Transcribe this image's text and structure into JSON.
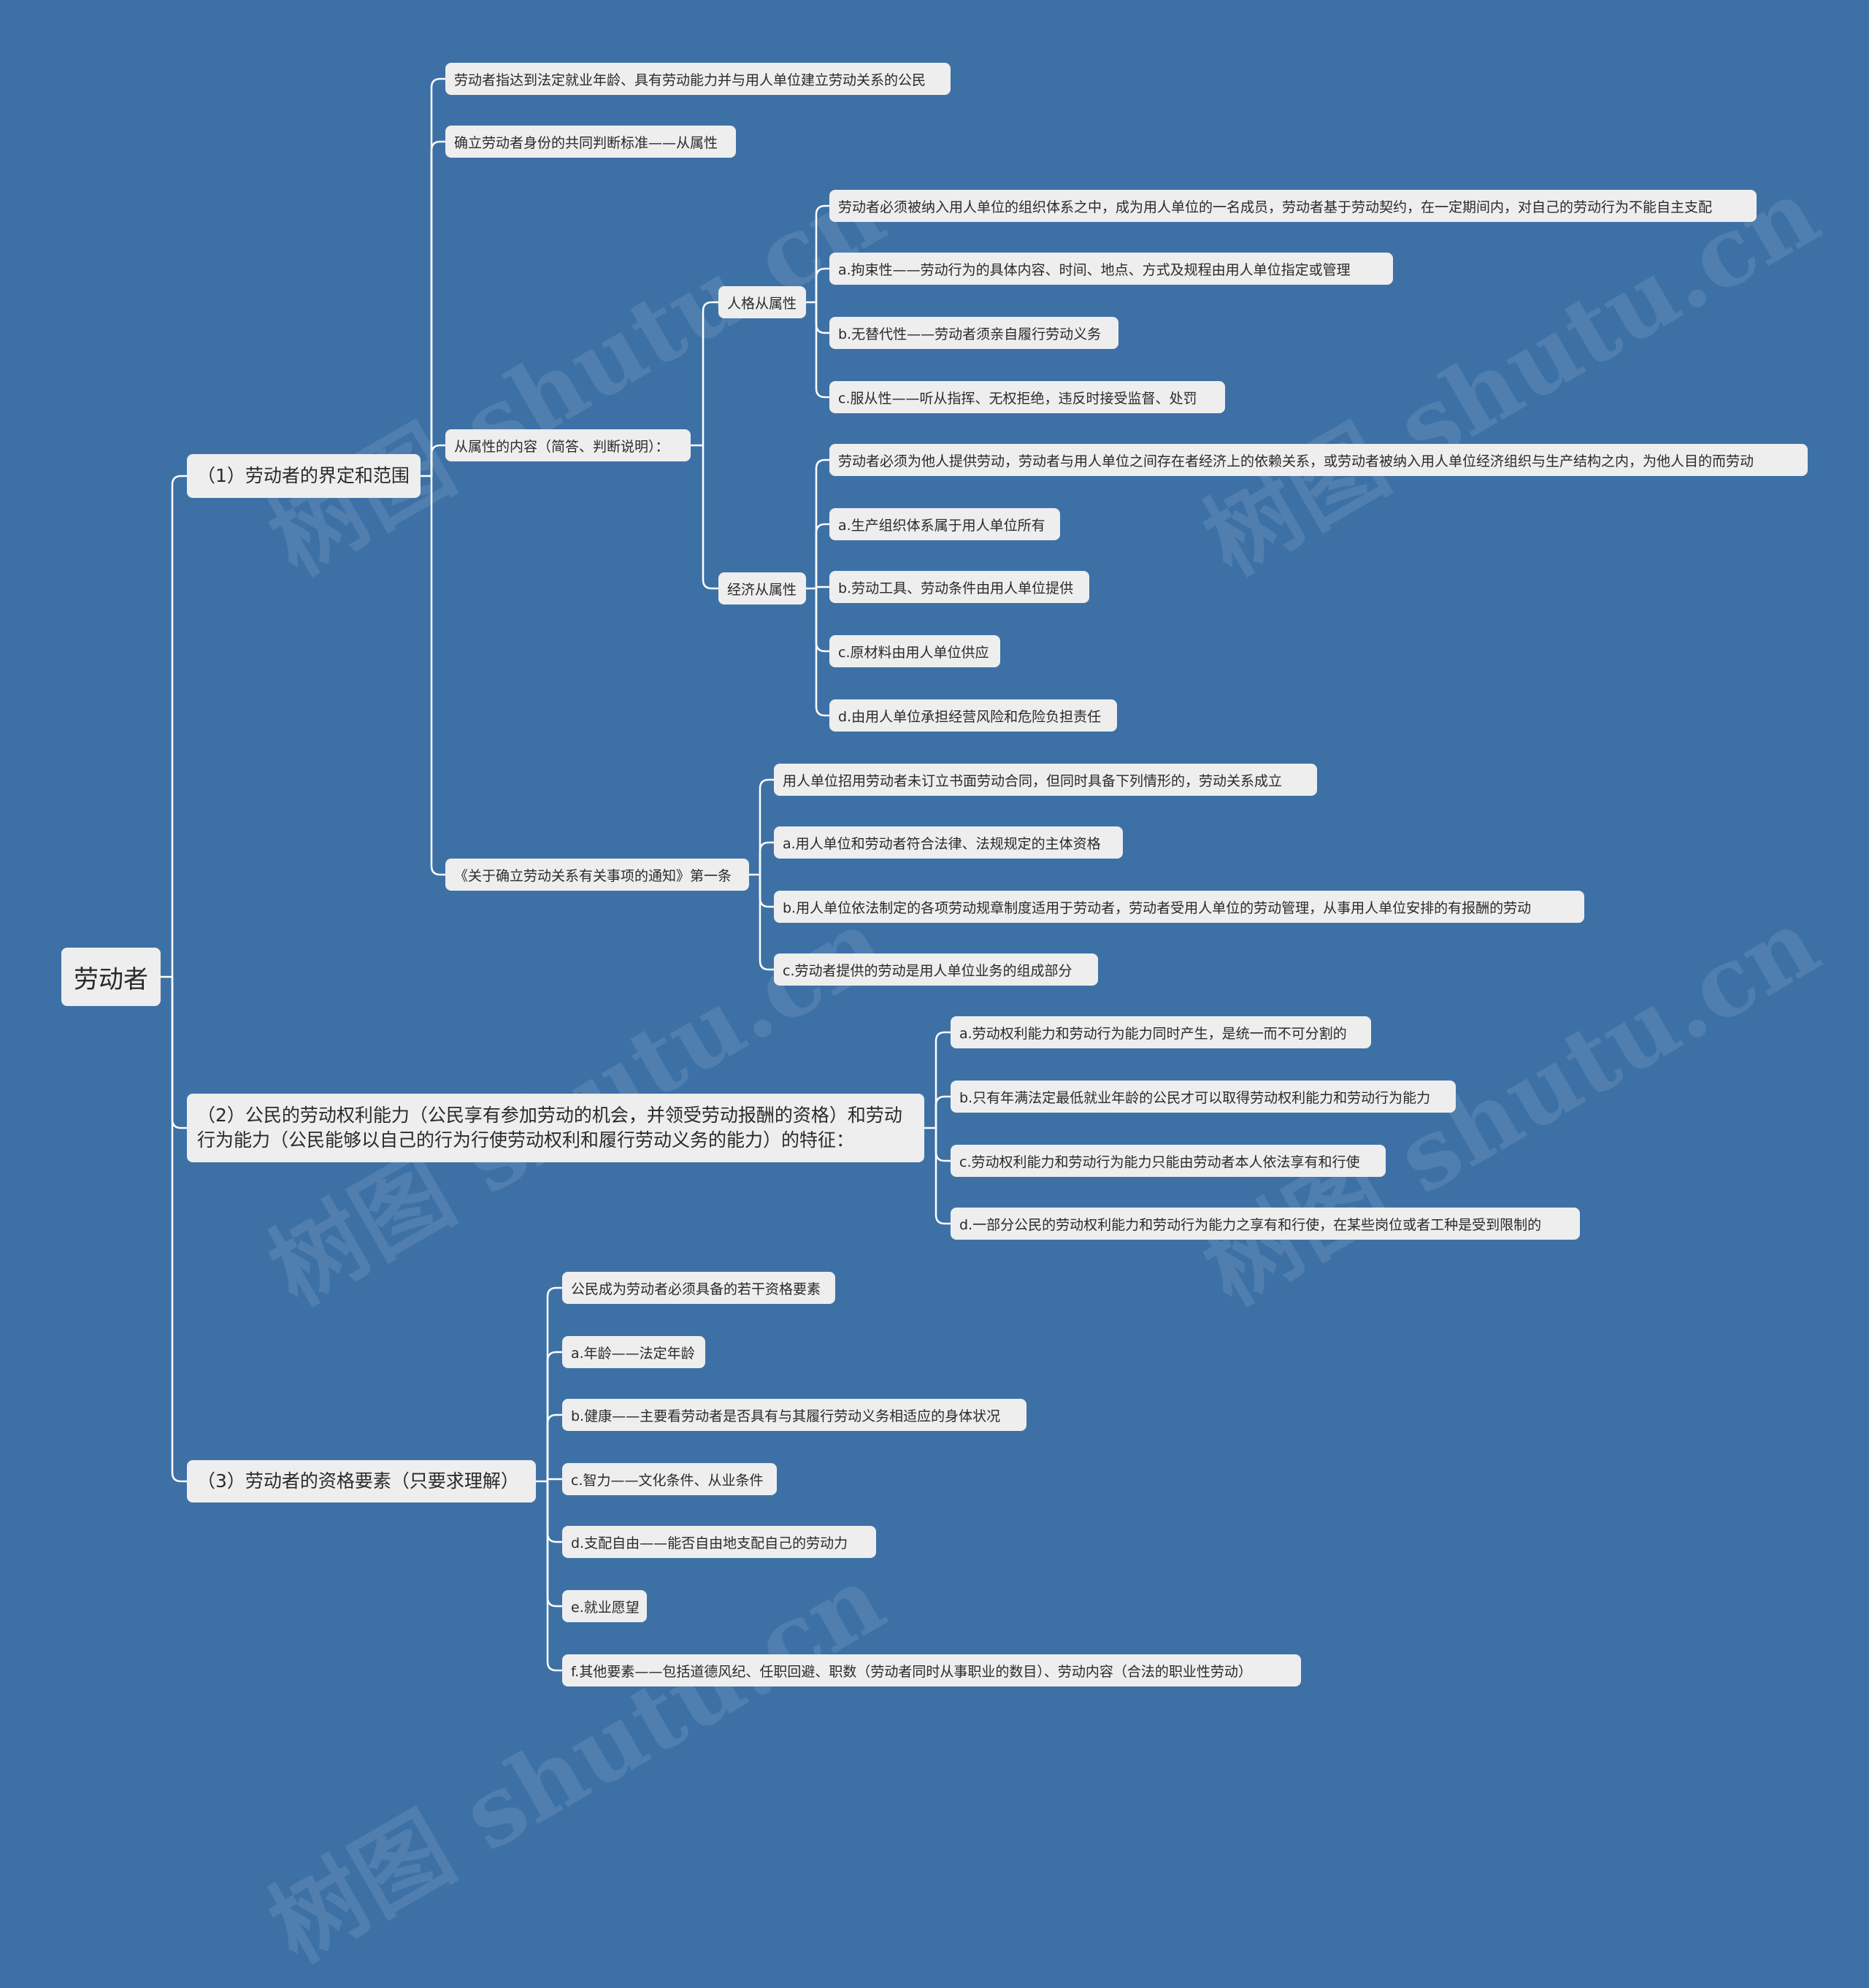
{
  "root": {
    "label": "劳动者"
  },
  "branches": [
    {
      "label": "（1）劳动者的界定和范围",
      "children": [
        {
          "label": "劳动者指达到法定就业年龄、具有劳动能力并与用人单位建立劳动关系的公民"
        },
        {
          "label": "确立劳动者身份的共同判断标准——从属性"
        },
        {
          "label": "从属性的内容（简答、判断说明）：",
          "children": [
            {
              "label": "人格从属性",
              "children": [
                {
                  "label": "劳动者必须被纳入用人单位的组织体系之中，成为用人单位的一名成员，劳动者基于劳动契约，在一定期间内，对自己的劳动行为不能自主支配"
                },
                {
                  "label": "a.拘束性——劳动行为的具体内容、时间、地点、方式及规程由用人单位指定或管理"
                },
                {
                  "label": "b.无替代性——劳动者须亲自履行劳动义务"
                },
                {
                  "label": "c.服从性——听从指挥、无权拒绝，违反时接受监督、处罚"
                }
              ]
            },
            {
              "label": "经济从属性",
              "children": [
                {
                  "label": "劳动者必须为他人提供劳动，劳动者与用人单位之间存在者经济上的依赖关系，或劳动者被纳入用人单位经济组织与生产结构之内，为他人目的而劳动"
                },
                {
                  "label": "a.生产组织体系属于用人单位所有"
                },
                {
                  "label": "b.劳动工具、劳动条件由用人单位提供"
                },
                {
                  "label": "c.原材料由用人单位供应"
                },
                {
                  "label": "d.由用人单位承担经营风险和危险负担责任"
                }
              ]
            }
          ]
        },
        {
          "label": "《关于确立劳动关系有关事项的通知》第一条",
          "children": [
            {
              "label": "用人单位招用劳动者未订立书面劳动合同，但同时具备下列情形的，劳动关系成立"
            },
            {
              "label": "a.用人单位和劳动者符合法律、法规规定的主体资格"
            },
            {
              "label": "b.用人单位依法制定的各项劳动规章制度适用于劳动者，劳动者受用人单位的劳动管理，从事用人单位安排的有报酬的劳动"
            },
            {
              "label": "c.劳动者提供的劳动是用人单位业务的组成部分"
            }
          ]
        }
      ]
    },
    {
      "label": "（2）公民的劳动权利能力（公民享有参加劳动的机会，并领受劳动报酬的资格）和劳动行为能力（公民能够以自己的行为行使劳动权利和履行劳动义务的能力）的特征：",
      "children": [
        {
          "label": "a.劳动权利能力和劳动行为能力同时产生，是统一而不可分割的"
        },
        {
          "label": "b.只有年满法定最低就业年龄的公民才可以取得劳动权利能力和劳动行为能力"
        },
        {
          "label": "c.劳动权利能力和劳动行为能力只能由劳动者本人依法享有和行使"
        },
        {
          "label": "d.一部分公民的劳动权利能力和劳动行为能力之享有和行使，在某些岗位或者工种是受到限制的"
        }
      ]
    },
    {
      "label": "（3）劳动者的资格要素（只要求理解）",
      "children": [
        {
          "label": "公民成为劳动者必须具备的若干资格要素"
        },
        {
          "label": "a.年龄——法定年龄"
        },
        {
          "label": "b.健康——主要看劳动者是否具有与其履行劳动义务相适应的身体状况"
        },
        {
          "label": "c.智力——文化条件、从业条件"
        },
        {
          "label": "d.支配自由——能否自由地支配自己的劳动力"
        },
        {
          "label": "e.就业愿望"
        },
        {
          "label": "f.其他要素——包括道德风纪、任职回避、职数（劳动者同时从事职业的数目）、劳动内容（合法的职业性劳动）"
        }
      ]
    }
  ],
  "watermark": "树图 shutu.cn",
  "colors": {
    "background": "#3d71a6",
    "node": "#eeeeee",
    "line": "#ffffff",
    "text": "#2a2a2a"
  }
}
